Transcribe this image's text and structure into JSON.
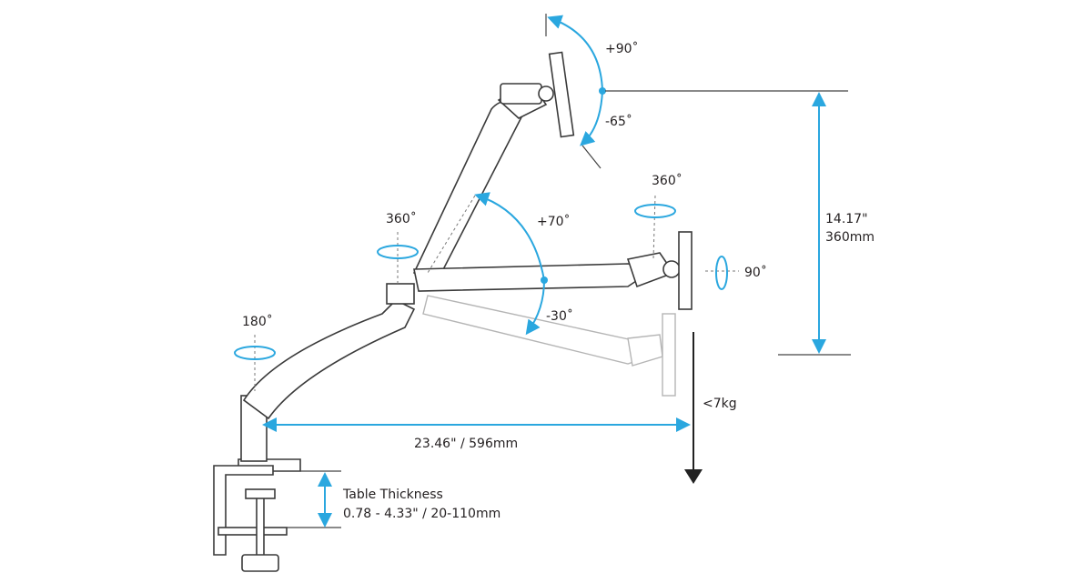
{
  "diagram": {
    "title": "Monitor arm dimensions and range of motion",
    "labels": {
      "tilt_up": "+90˚",
      "tilt_down": "-65˚",
      "height_range": "14.17\"",
      "height_range_mm": "360mm",
      "swivel_monitor": "360˚",
      "arm_up": "+70˚",
      "swivel_elbow": "360˚",
      "rotation": "90˚",
      "arm_down": "-30˚",
      "base_swivel": "180˚",
      "weight": "<7kg",
      "reach": "23.46\" / 596mm",
      "table_thickness_title": "Table Thickness",
      "table_thickness_value": "0.78 - 4.33\" / 20-110mm"
    },
    "colors": {
      "accent": "#2aa7df",
      "line": "#3a3a3a"
    }
  }
}
